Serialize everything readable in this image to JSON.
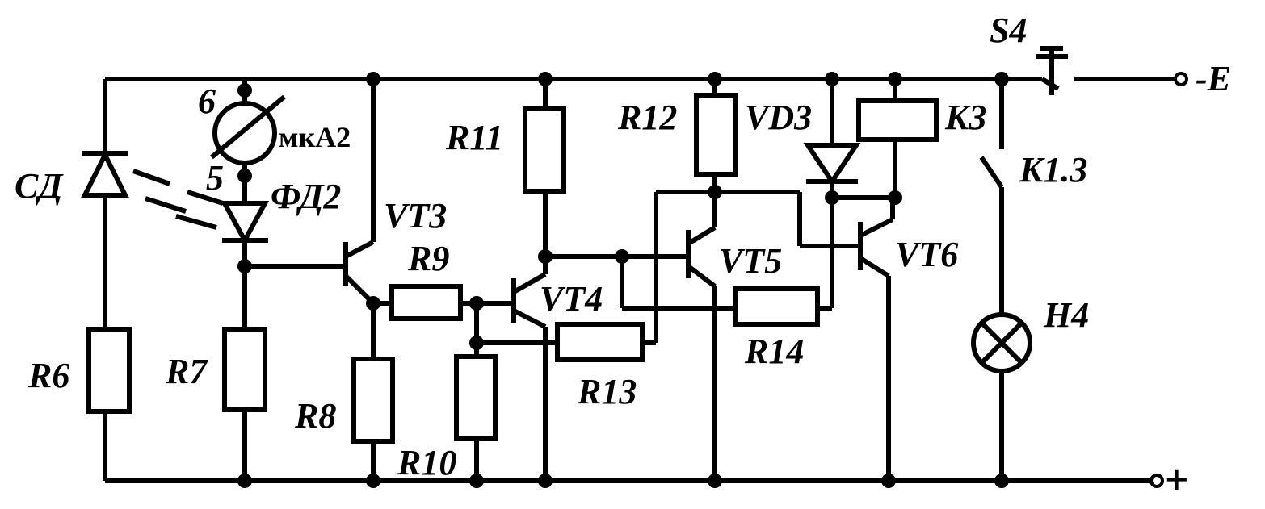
{
  "labels": {
    "sd": "СД",
    "r6": "R6",
    "r7": "R7",
    "pin6": "6",
    "pin5": "5",
    "mka2": "мкА2",
    "fd2": "ФД2",
    "vt3": "VT3",
    "r8": "R8",
    "r9": "R9",
    "r10": "R10",
    "vt4": "VT4",
    "r11": "R11",
    "r13": "R13",
    "r12": "R12",
    "vt5": "VT5",
    "r14": "R14",
    "vd3": "VD3",
    "k3": "K3",
    "vt6": "VT6",
    "s4": "S4",
    "neg_e": "-E",
    "k13": "K1.3",
    "h4": "H4",
    "plus": "+"
  },
  "colors": {
    "ink": "#000000",
    "paper": "#ffffff"
  }
}
